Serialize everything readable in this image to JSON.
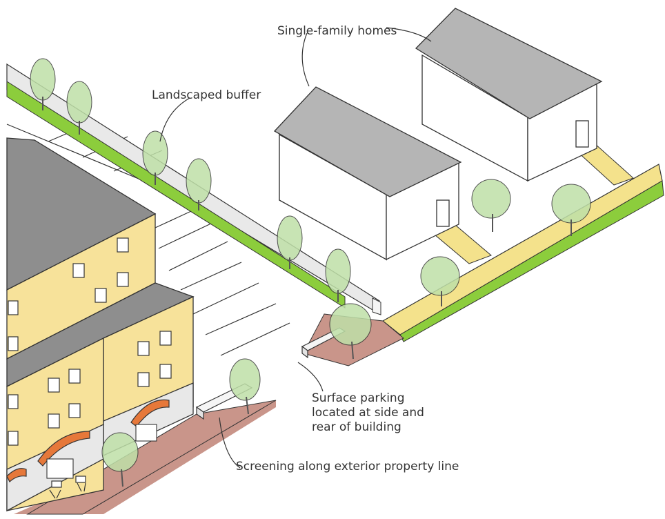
{
  "labels": {
    "homes": "Single-family homes",
    "buffer": "Landscaped buffer",
    "parking_line1": "Surface parking",
    "parking_line2": "located at side and",
    "parking_line3": "rear of building",
    "screening": "Screening along exterior property line"
  },
  "colors": {
    "background": "#ffffff",
    "building_wall": "#f7e29a",
    "building_roof": "#8e8e8e",
    "building_base": "#e8e8e8",
    "house_wall": "#ffffff",
    "house_roof": "#b5b5b5",
    "buffer_green": "#8ccd3c",
    "sidewalk": "#f4e28c",
    "plaza": "#c9958a",
    "awning": "#e6783a",
    "wall": "#f2f2f2",
    "tree": "#bfe0a8",
    "line": "#333333"
  }
}
